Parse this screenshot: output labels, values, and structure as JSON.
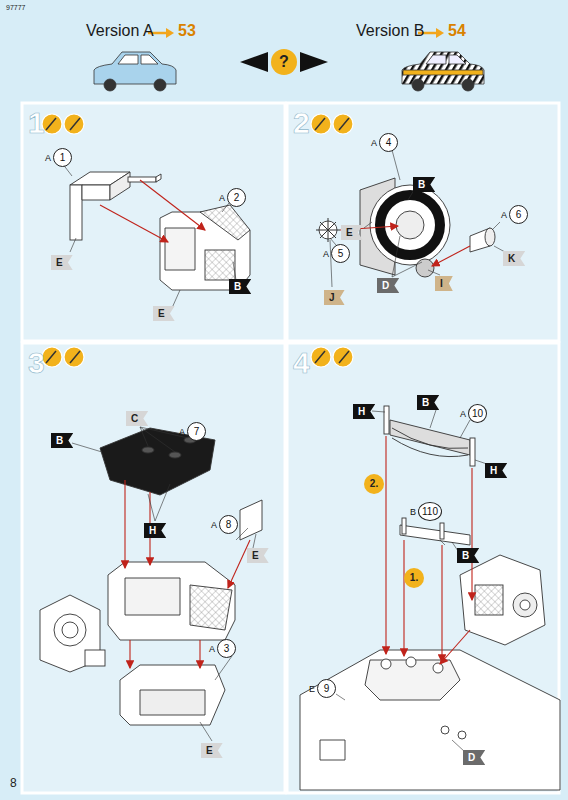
{
  "diagram": {
    "nodes": [
      {
        "text": [
          "?"
        ]
      },
      {
        "text": [
          "A",
          "1"
        ]
      },
      {
        "text": [
          "A",
          "2"
        ]
      },
      {
        "text": [
          "E"
        ]
      },
      {
        "text": [
          "B"
        ]
      },
      {
        "text": [
          "E"
        ]
      },
      {
        "text": [
          "A",
          "4"
        ]
      },
      {
        "text": [
          "B"
        ]
      },
      {
        "text": [
          "E"
        ]
      },
      {
        "text": [
          "A",
          "6"
        ]
      },
      {
        "text": [
          "A",
          "5"
        ]
      },
      {
        "text": [
          "K"
        ]
      },
      {
        "text": [
          "D"
        ]
      },
      {
        "text": [
          "I"
        ]
      },
      {
        "text": [
          "J"
        ]
      },
      {
        "text": [
          "C"
        ]
      },
      {
        "text": [
          "A",
          "7"
        ]
      },
      {
        "text": [
          "B"
        ]
      },
      {
        "text": [
          "H"
        ]
      },
      {
        "text": [
          "A",
          "8"
        ]
      },
      {
        "text": [
          "E"
        ]
      },
      {
        "text": [
          "A",
          "3"
        ]
      },
      {
        "text": [
          "E"
        ]
      },
      {
        "text": [
          "H"
        ]
      },
      {
        "text": [
          "B"
        ]
      },
      {
        "text": [
          "A",
          "10"
        ]
      },
      {
        "text": [
          "H"
        ]
      },
      {
        "text": [
          "2."
        ]
      },
      {
        "text": [
          "B",
          "110"
        ]
      },
      {
        "text": [
          "B"
        ]
      },
      {
        "text": [
          "1."
        ]
      },
      {
        "text": [
          "E",
          "9"
        ]
      },
      {
        "text": [
          "D"
        ]
      }
    ],
    "labels": [
      "97777",
      "Version A",
      "53",
      "Version B",
      "54",
      "1",
      "2",
      "3",
      "4",
      "8"
    ]
  }
}
